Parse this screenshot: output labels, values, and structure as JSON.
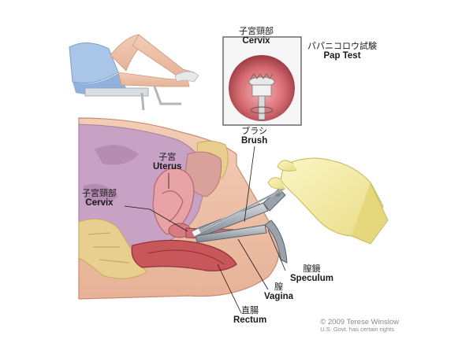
{
  "title": {
    "jp": "パパニコロウ試験",
    "en": "Pap Test"
  },
  "labels": {
    "inset_cervix": {
      "jp": "子宮頸部",
      "en": "Cervix"
    },
    "brush": {
      "jp": "ブラシ",
      "en": "Brush"
    },
    "uterus": {
      "jp": "子宮",
      "en": "Uterus"
    },
    "cervix": {
      "jp": "子宮頸部",
      "en": "Cervix"
    },
    "speculum": {
      "jp": "膣鏡",
      "en": "Speculum"
    },
    "vagina": {
      "jp": "膣",
      "en": "Vagina"
    },
    "rectum": {
      "jp": "直腸",
      "en": "Rectum"
    }
  },
  "credit": {
    "line1": "© 2009 Terese Winslow",
    "line2": "U.S. Govt. has certain rights"
  },
  "colors": {
    "skin": "#efc2a8",
    "tissue": "#d98c86",
    "bone": "#e9cf8f",
    "glove": "#f3ec9e",
    "steel": "#9aa3ab",
    "gown": "#a9c6e8"
  }
}
